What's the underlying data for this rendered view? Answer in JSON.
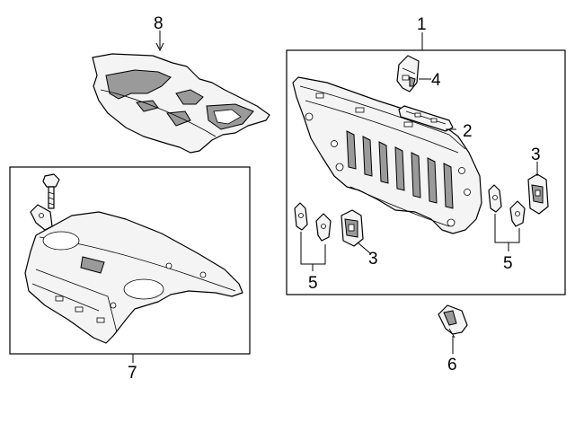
{
  "callouts": {
    "c1": "1",
    "c2": "2",
    "c3a": "3",
    "c3b": "3",
    "c4": "4",
    "c5a": "5",
    "c5b": "5",
    "c6": "6",
    "c7": "7",
    "c8": "8"
  }
}
